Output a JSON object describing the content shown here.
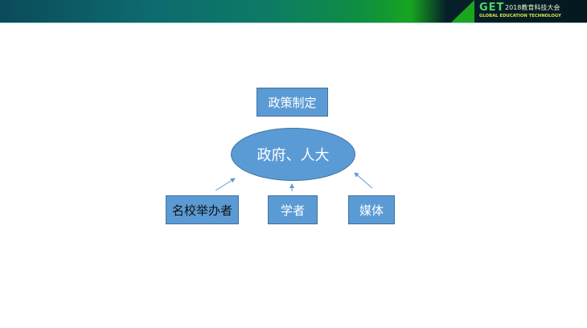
{
  "header": {
    "logo_mark": "GET",
    "logo_title_cn": "2018教育科技大会",
    "logo_subtitle_en": "GLOBAL EDUCATION TECHNOLOGY",
    "colors": {
      "logo_green": "#4fd36a",
      "subtitle_yellow": "#d8e64a"
    }
  },
  "diagram": {
    "top_box": {
      "label": "政策制定"
    },
    "center_ellipse": {
      "label": "政府、人大"
    },
    "bottom_boxes": [
      {
        "label": "名校举办者"
      },
      {
        "label": "学者"
      },
      {
        "label": "媒体"
      }
    ],
    "colors": {
      "fill": "#5b9bd5",
      "border": "#41719c",
      "arrow": "#5b9bd5"
    }
  }
}
